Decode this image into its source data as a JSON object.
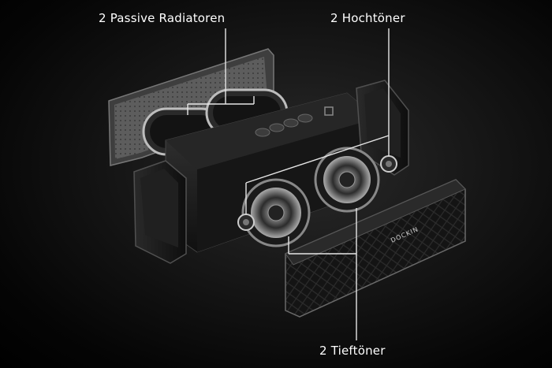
{
  "labels": {
    "passive_radiators": "2 Passive Radiatoren",
    "tweeters": "2 Hochtöner",
    "woofers": "2 Tieftöner"
  },
  "brand": {
    "logo_text": "DOCKIN"
  },
  "colors": {
    "background": "#000000",
    "label_text": "#ffffff",
    "callout_line": "#e6e6e6",
    "speaker_body": "#1c1c1c"
  }
}
